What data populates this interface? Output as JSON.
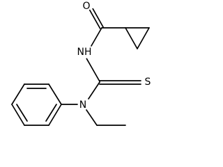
{
  "molecule": {
    "atoms": {
      "oxygen": "O",
      "nitrogen_amide": "NH",
      "sulfur": "S",
      "nitrogen_amine": "N"
    }
  }
}
